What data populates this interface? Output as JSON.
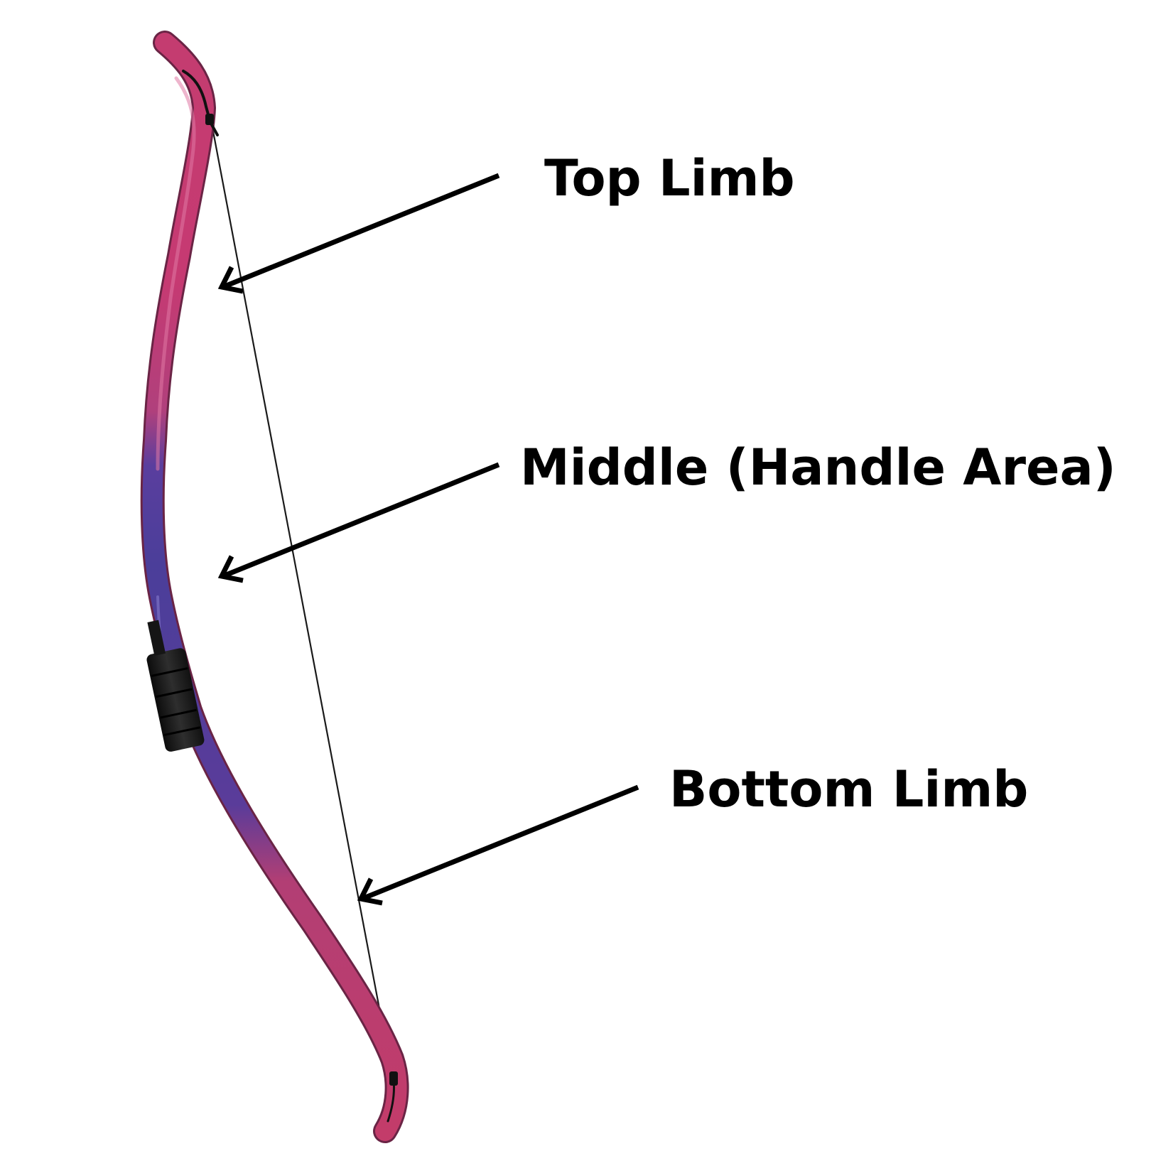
{
  "labels": {
    "top_limb": "Top Limb",
    "middle": "Middle (Handle Area)",
    "bottom_limb": "Bottom Limb"
  },
  "colors": {
    "limb_pink": "#c93a72",
    "limb_purple": "#4c3e9c",
    "grip_black": "#1c1c1c",
    "string": "#1a1a1a",
    "text": "#000000",
    "background": "#ffffff"
  },
  "icons": {
    "bow": "recurve-bow-illustration",
    "arrow": "pointer-arrow"
  }
}
